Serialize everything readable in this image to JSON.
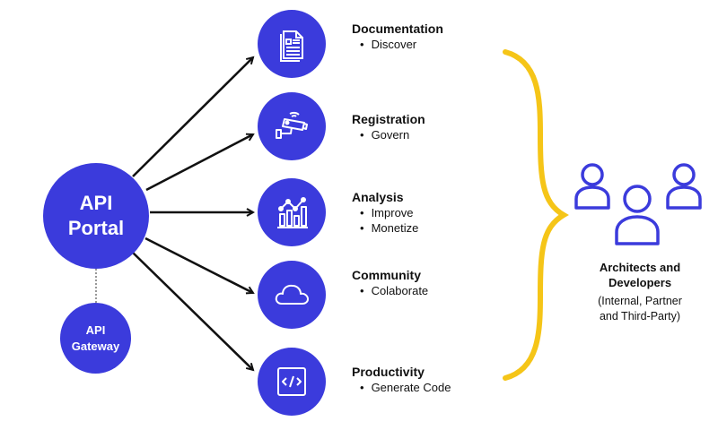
{
  "portal": {
    "line1": "API",
    "line2": "Portal"
  },
  "gateway": {
    "line1": "API",
    "line2": "Gateway"
  },
  "features": [
    {
      "icon": "document-icon",
      "title": "Documentation",
      "items": [
        "Discover"
      ]
    },
    {
      "icon": "security-camera-icon",
      "title": "Registration",
      "items": [
        "Govern"
      ]
    },
    {
      "icon": "bar-chart-icon",
      "title": "Analysis",
      "items": [
        "Improve",
        "Monetize"
      ]
    },
    {
      "icon": "cloud-icon",
      "title": "Community",
      "items": [
        "Colaborate"
      ]
    },
    {
      "icon": "code-icon",
      "title": "Productivity",
      "items": [
        "Generate Code"
      ]
    }
  ],
  "audience": {
    "title_line1": "Architects and",
    "title_line2": "Developers",
    "sub_line1": "(Internal, Partner",
    "sub_line2": "and Third-Party)"
  },
  "colors": {
    "node": "#3b3bdc",
    "brace": "#f5c518",
    "arrow": "#111111",
    "people": "#3b3bdc"
  }
}
